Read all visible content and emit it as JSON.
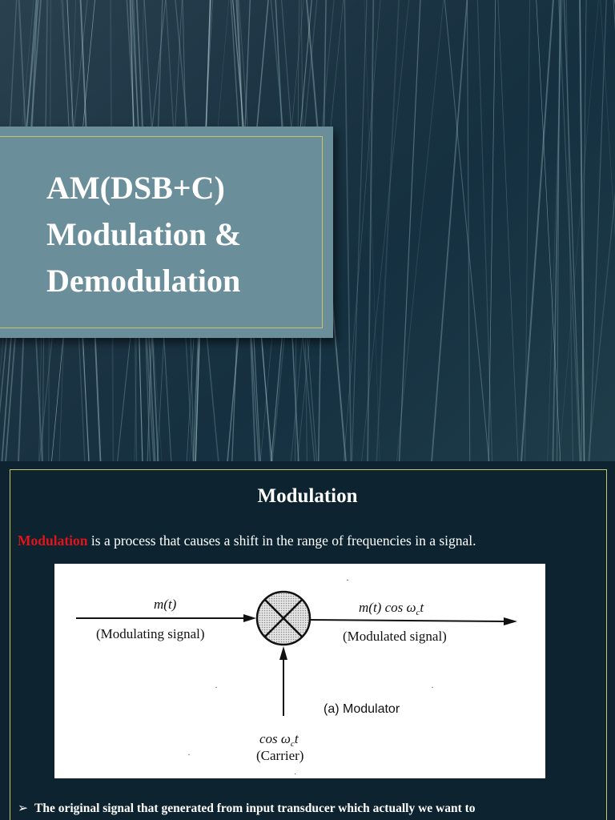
{
  "slide1": {
    "title_lines": [
      "AM(DSB+C)",
      "Modulation &",
      "Demodulation"
    ]
  },
  "slide2": {
    "heading": "Modulation",
    "definition": {
      "keyword": "Modulation",
      "rest": " is a process that causes a shift in the range of frequencies in a signal."
    },
    "diagram": {
      "input_label": "m(t)",
      "input_desc": "(Modulating signal)",
      "output_label": "m(t) cos ω",
      "output_sub": "c",
      "output_t": "t",
      "output_desc": "(Modulated signal)",
      "carrier_label": "cos ω",
      "carrier_sub": "c",
      "carrier_t": "t",
      "carrier_desc": "(Carrier)",
      "caption": "(a) Modulator"
    },
    "bullet": {
      "icon": "arrowhead-bullet-icon",
      "text": "The original signal that generated from input transducer which actually we want to"
    }
  }
}
